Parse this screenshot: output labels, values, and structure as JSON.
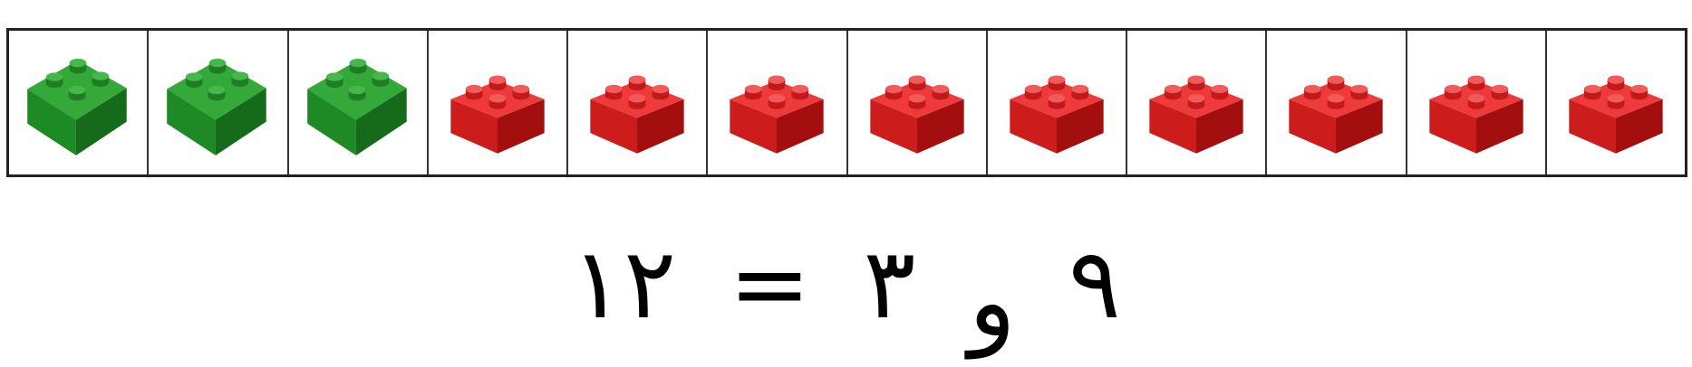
{
  "blocks": [
    {
      "color": "green"
    },
    {
      "color": "green"
    },
    {
      "color": "green"
    },
    {
      "color": "red"
    },
    {
      "color": "red"
    },
    {
      "color": "red"
    },
    {
      "color": "red"
    },
    {
      "color": "red"
    },
    {
      "color": "red"
    },
    {
      "color": "red"
    },
    {
      "color": "red"
    },
    {
      "color": "red"
    }
  ],
  "palette": {
    "green": {
      "top": "#35a83a",
      "left": "#1e8a25",
      "right": "#156b1a",
      "stud": "#45b84a",
      "stud_side": "#1f7d24"
    },
    "red": {
      "top": "#ee3a3a",
      "left": "#cc1c1c",
      "right": "#a30f0f",
      "stud": "#f25a5a",
      "stud_side": "#c11a1a"
    }
  },
  "equation": {
    "first": "٩",
    "conjunction": "و",
    "second": "٣",
    "equals": "=",
    "result": "١٢"
  }
}
